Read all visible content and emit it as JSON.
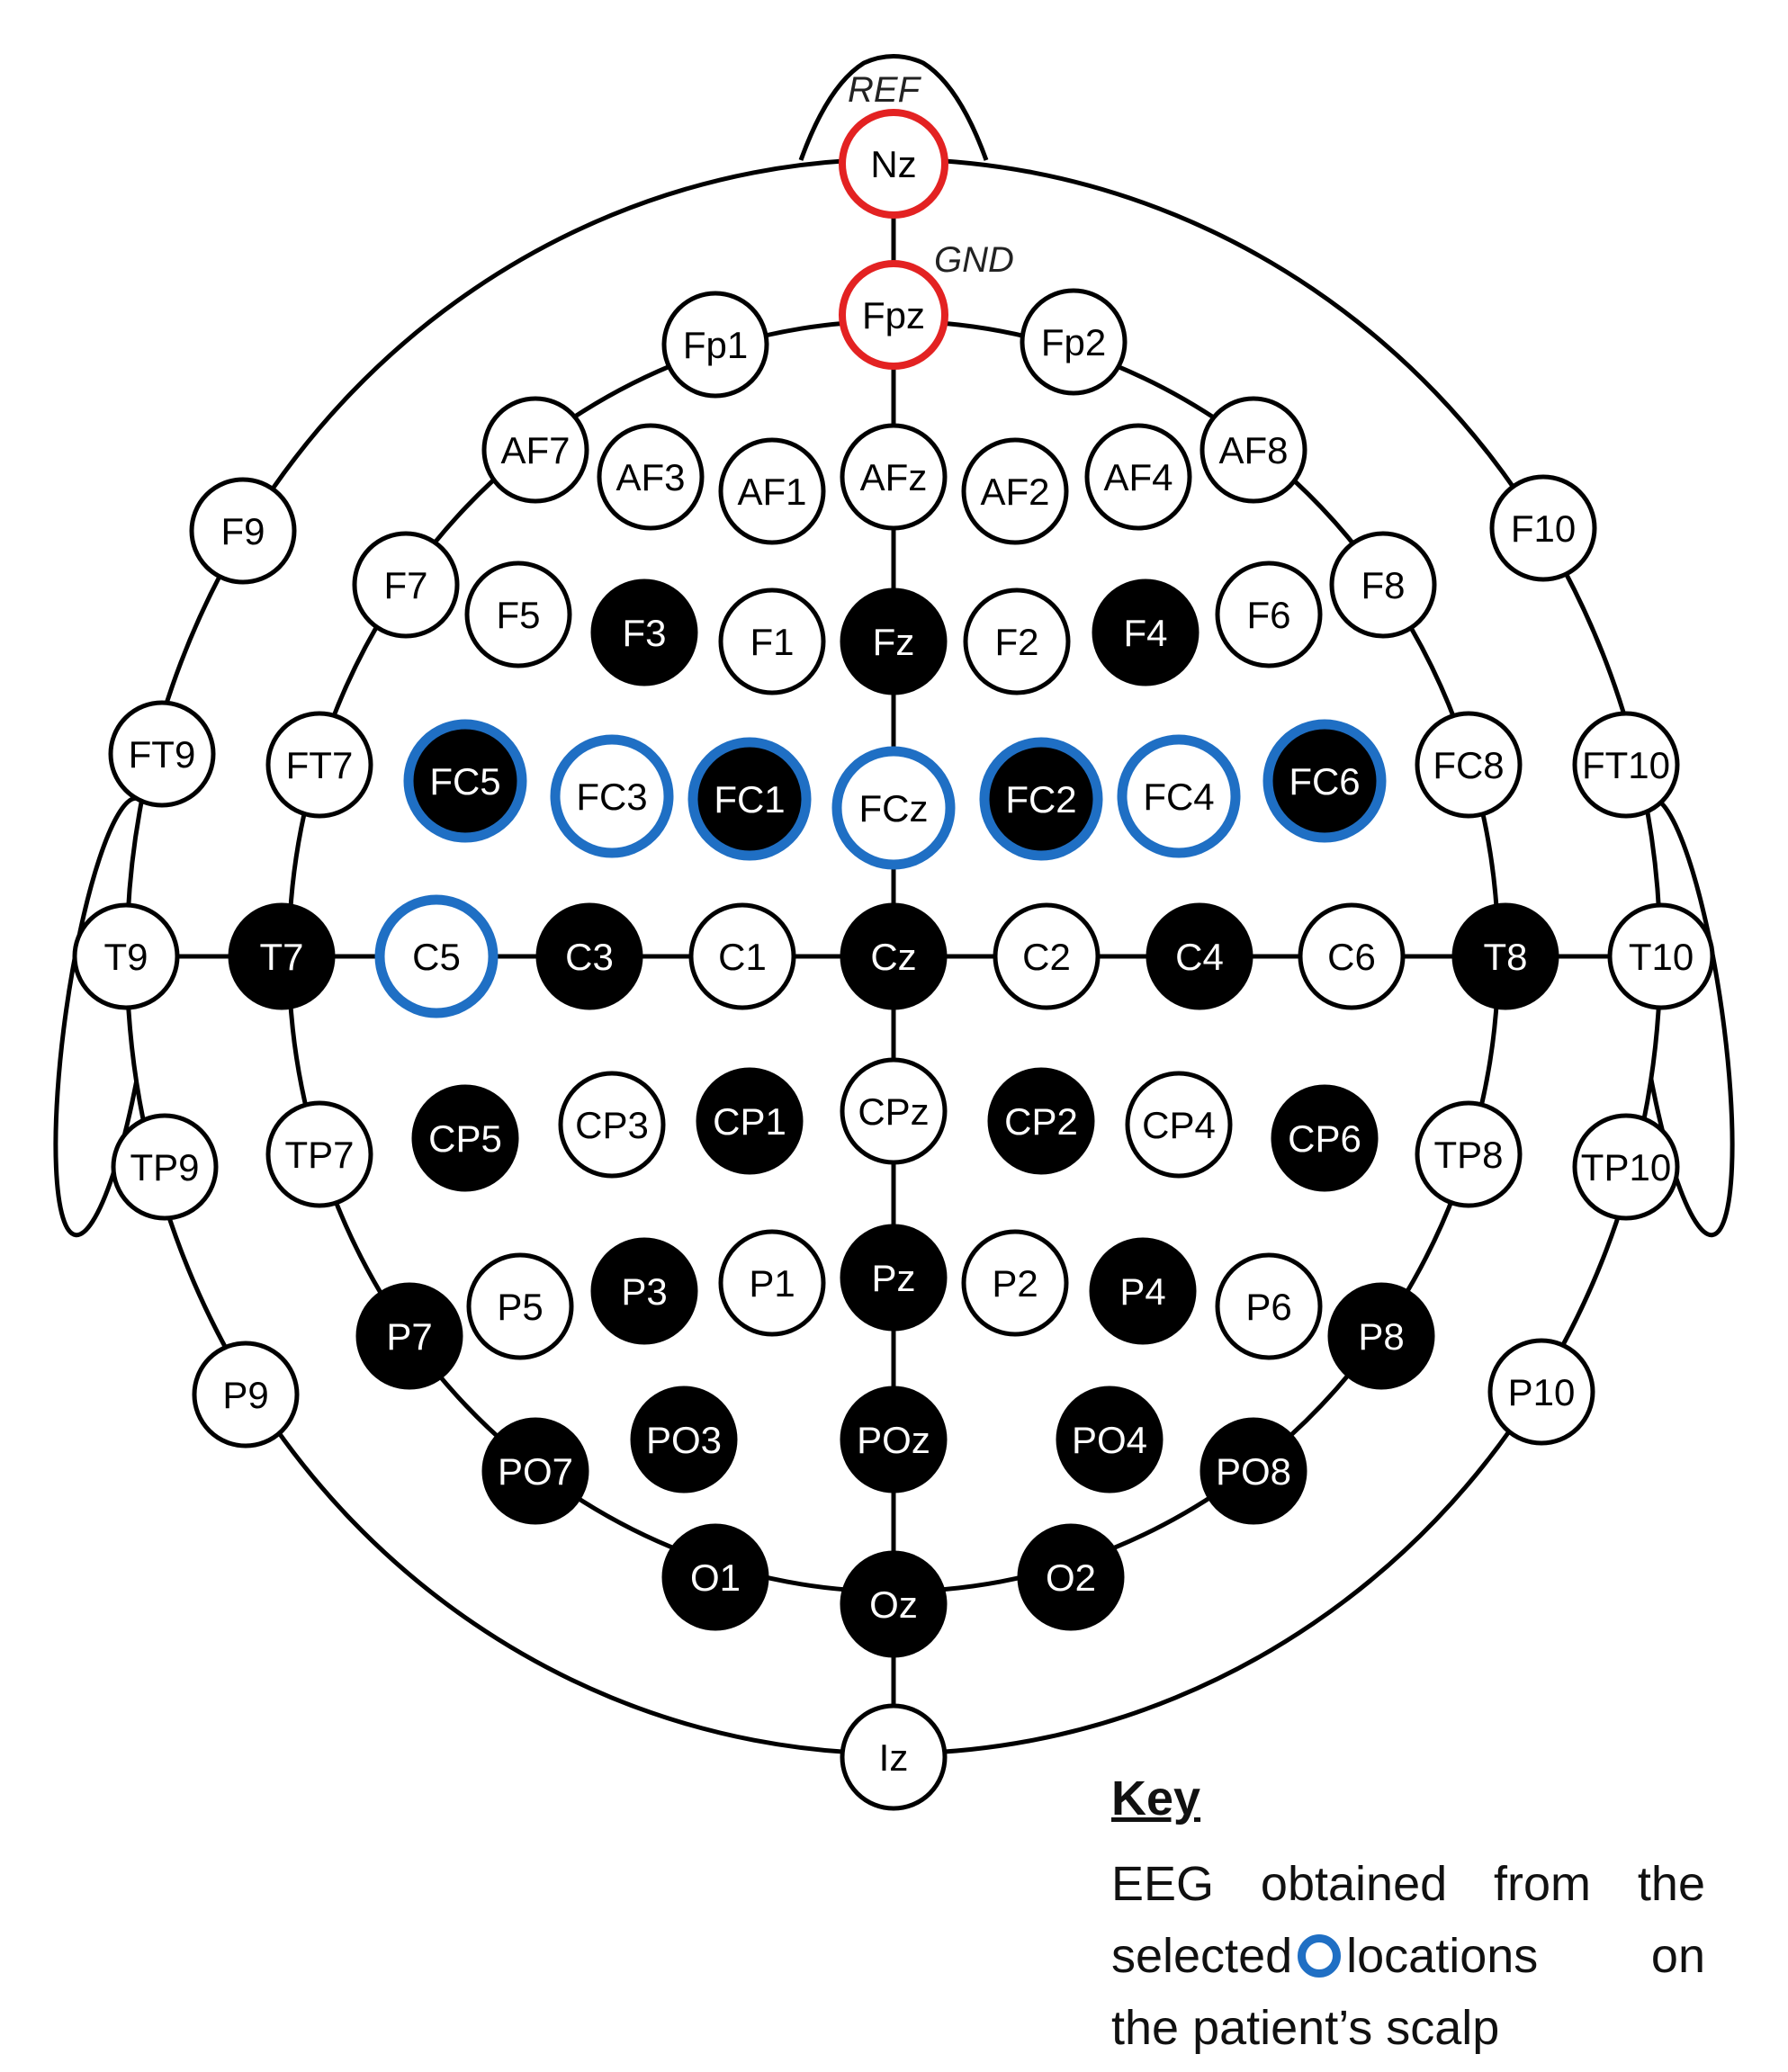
{
  "annotations": {
    "ref": "REF",
    "gnd": "GND"
  },
  "key": {
    "title": "Key",
    "line1": "EEG obtained from the",
    "line2_before": "selected",
    "line2_after": "locations on",
    "line3": "the patient’s scalp",
    "ring_icon": "blue-ring-icon"
  },
  "colors": {
    "line": "#000000",
    "ref_gnd": "#e32222",
    "selected": "#1f6fc4",
    "filled": "#000000",
    "empty": "#ffffff"
  },
  "electrodes": [
    {
      "id": "Nz",
      "style": "red"
    },
    {
      "id": "Fpz",
      "style": "red"
    },
    {
      "id": "Fp1",
      "style": "empty"
    },
    {
      "id": "Fp2",
      "style": "empty"
    },
    {
      "id": "AF7",
      "style": "empty"
    },
    {
      "id": "AF3",
      "style": "empty"
    },
    {
      "id": "AF1",
      "style": "empty"
    },
    {
      "id": "AFz",
      "style": "empty"
    },
    {
      "id": "AF2",
      "style": "empty"
    },
    {
      "id": "AF4",
      "style": "empty"
    },
    {
      "id": "AF8",
      "style": "empty"
    },
    {
      "id": "F9",
      "style": "empty"
    },
    {
      "id": "F10",
      "style": "empty"
    },
    {
      "id": "F7",
      "style": "empty"
    },
    {
      "id": "F5",
      "style": "empty"
    },
    {
      "id": "F3",
      "style": "filled"
    },
    {
      "id": "F1",
      "style": "empty"
    },
    {
      "id": "Fz",
      "style": "filled"
    },
    {
      "id": "F2",
      "style": "empty"
    },
    {
      "id": "F4",
      "style": "filled"
    },
    {
      "id": "F6",
      "style": "empty"
    },
    {
      "id": "F8",
      "style": "empty"
    },
    {
      "id": "FT9",
      "style": "empty"
    },
    {
      "id": "FT7",
      "style": "empty"
    },
    {
      "id": "FC5",
      "style": "filled-selected"
    },
    {
      "id": "FC3",
      "style": "empty-selected"
    },
    {
      "id": "FC1",
      "style": "filled-selected"
    },
    {
      "id": "FCz",
      "style": "empty-selected"
    },
    {
      "id": "FC2",
      "style": "filled-selected"
    },
    {
      "id": "FC4",
      "style": "empty-selected"
    },
    {
      "id": "FC6",
      "style": "filled-selected"
    },
    {
      "id": "FC8",
      "style": "empty"
    },
    {
      "id": "FT10",
      "style": "empty"
    },
    {
      "id": "T9",
      "style": "empty"
    },
    {
      "id": "T7",
      "style": "filled"
    },
    {
      "id": "C5",
      "style": "empty-selected"
    },
    {
      "id": "C3",
      "style": "filled"
    },
    {
      "id": "C1",
      "style": "empty"
    },
    {
      "id": "Cz",
      "style": "filled"
    },
    {
      "id": "C2",
      "style": "empty"
    },
    {
      "id": "C4",
      "style": "filled"
    },
    {
      "id": "C6",
      "style": "empty"
    },
    {
      "id": "T8",
      "style": "filled"
    },
    {
      "id": "T10",
      "style": "empty"
    },
    {
      "id": "TP9",
      "style": "empty"
    },
    {
      "id": "TP7",
      "style": "empty"
    },
    {
      "id": "CP5",
      "style": "filled"
    },
    {
      "id": "CP3",
      "style": "empty"
    },
    {
      "id": "CP1",
      "style": "filled"
    },
    {
      "id": "CPz",
      "style": "empty"
    },
    {
      "id": "CP2",
      "style": "filled"
    },
    {
      "id": "CP4",
      "style": "empty"
    },
    {
      "id": "CP6",
      "style": "filled"
    },
    {
      "id": "TP8",
      "style": "empty"
    },
    {
      "id": "TP10",
      "style": "empty"
    },
    {
      "id": "P9",
      "style": "empty"
    },
    {
      "id": "P7",
      "style": "filled"
    },
    {
      "id": "P5",
      "style": "empty"
    },
    {
      "id": "P3",
      "style": "filled"
    },
    {
      "id": "P1",
      "style": "empty"
    },
    {
      "id": "Pz",
      "style": "filled"
    },
    {
      "id": "P2",
      "style": "empty"
    },
    {
      "id": "P4",
      "style": "filled"
    },
    {
      "id": "P6",
      "style": "empty"
    },
    {
      "id": "P8",
      "style": "filled"
    },
    {
      "id": "P10",
      "style": "empty"
    },
    {
      "id": "PO7",
      "style": "filled"
    },
    {
      "id": "PO3",
      "style": "filled"
    },
    {
      "id": "POz",
      "style": "filled"
    },
    {
      "id": "PO4",
      "style": "filled"
    },
    {
      "id": "PO8",
      "style": "filled"
    },
    {
      "id": "O1",
      "style": "filled"
    },
    {
      "id": "Oz",
      "style": "filled"
    },
    {
      "id": "O2",
      "style": "filled"
    },
    {
      "id": "Iz",
      "style": "empty"
    }
  ]
}
